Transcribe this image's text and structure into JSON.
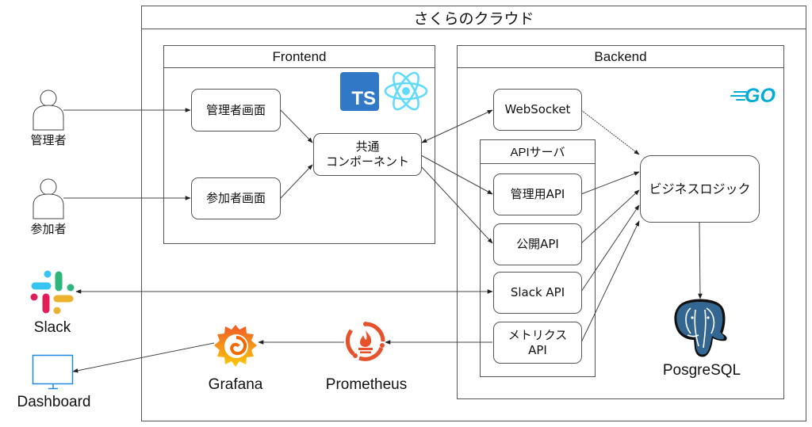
{
  "cloud": {
    "title": "さくらのクラウド"
  },
  "frontend": {
    "title": "Frontend",
    "tech_icons": [
      "typescript-icon",
      "react-icon"
    ],
    "ts_badge": "TS",
    "nodes": {
      "admin_screen": "管理者画面",
      "participant_screen": "参加者画面",
      "common_components": "共通\nコンポーネント"
    }
  },
  "backend": {
    "title": "Backend",
    "tech_icon": "go-icon",
    "go_badge": "GO",
    "websocket": "WebSocket",
    "api_server": {
      "title": "APIサーバ",
      "nodes": {
        "admin_api": "管理用API",
        "public_api": "公開API",
        "slack_api": "Slack API",
        "metrics_api": "メトリクス\nAPI"
      }
    },
    "business_logic": "ビジネスロジック",
    "database": "PosgreSQL"
  },
  "actors": {
    "admin": "管理者",
    "participant": "参加者"
  },
  "external": {
    "slack": "Slack",
    "dashboard": "Dashboard",
    "grafana": "Grafana",
    "prometheus": "Prometheus"
  },
  "colors": {
    "ts_blue": "#3178c6",
    "react_cyan": "#61dafb",
    "go_cyan": "#00add8",
    "postgres_blue": "#336791",
    "prometheus_orange": "#e6522c",
    "grafana_orange": "#f46800",
    "grafana_yellow": "#fbca0a",
    "dashboard_blue": "#1e88e5",
    "slack_blue": "#36c5f0",
    "slack_green": "#2eb67d",
    "slack_red": "#e01e5a",
    "slack_yellow": "#ecb22e"
  }
}
